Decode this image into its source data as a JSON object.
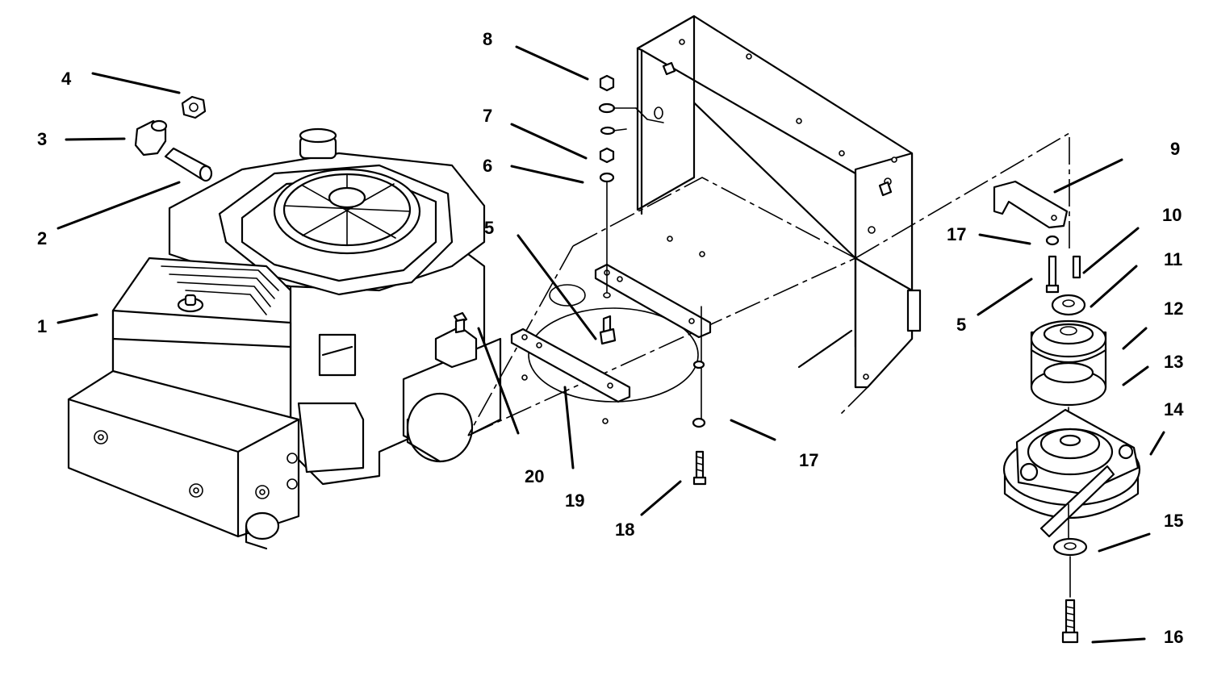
{
  "callouts": [
    {
      "id": "c1",
      "text": "1"
    },
    {
      "id": "c2",
      "text": "2"
    },
    {
      "id": "c3",
      "text": "3"
    },
    {
      "id": "c4",
      "text": "4"
    },
    {
      "id": "c5a",
      "text": "5"
    },
    {
      "id": "c5b",
      "text": "5"
    },
    {
      "id": "c6",
      "text": "6"
    },
    {
      "id": "c7",
      "text": "7"
    },
    {
      "id": "c8",
      "text": "8"
    },
    {
      "id": "c9",
      "text": "9"
    },
    {
      "id": "c10",
      "text": "10"
    },
    {
      "id": "c11",
      "text": "11"
    },
    {
      "id": "c12",
      "text": "12"
    },
    {
      "id": "c13",
      "text": "13"
    },
    {
      "id": "c14",
      "text": "14"
    },
    {
      "id": "c15",
      "text": "15"
    },
    {
      "id": "c16",
      "text": "16"
    },
    {
      "id": "c17a",
      "text": "17"
    },
    {
      "id": "c17b",
      "text": "17"
    },
    {
      "id": "c18",
      "text": "18"
    },
    {
      "id": "c19",
      "text": "19"
    },
    {
      "id": "c20",
      "text": "20"
    }
  ]
}
